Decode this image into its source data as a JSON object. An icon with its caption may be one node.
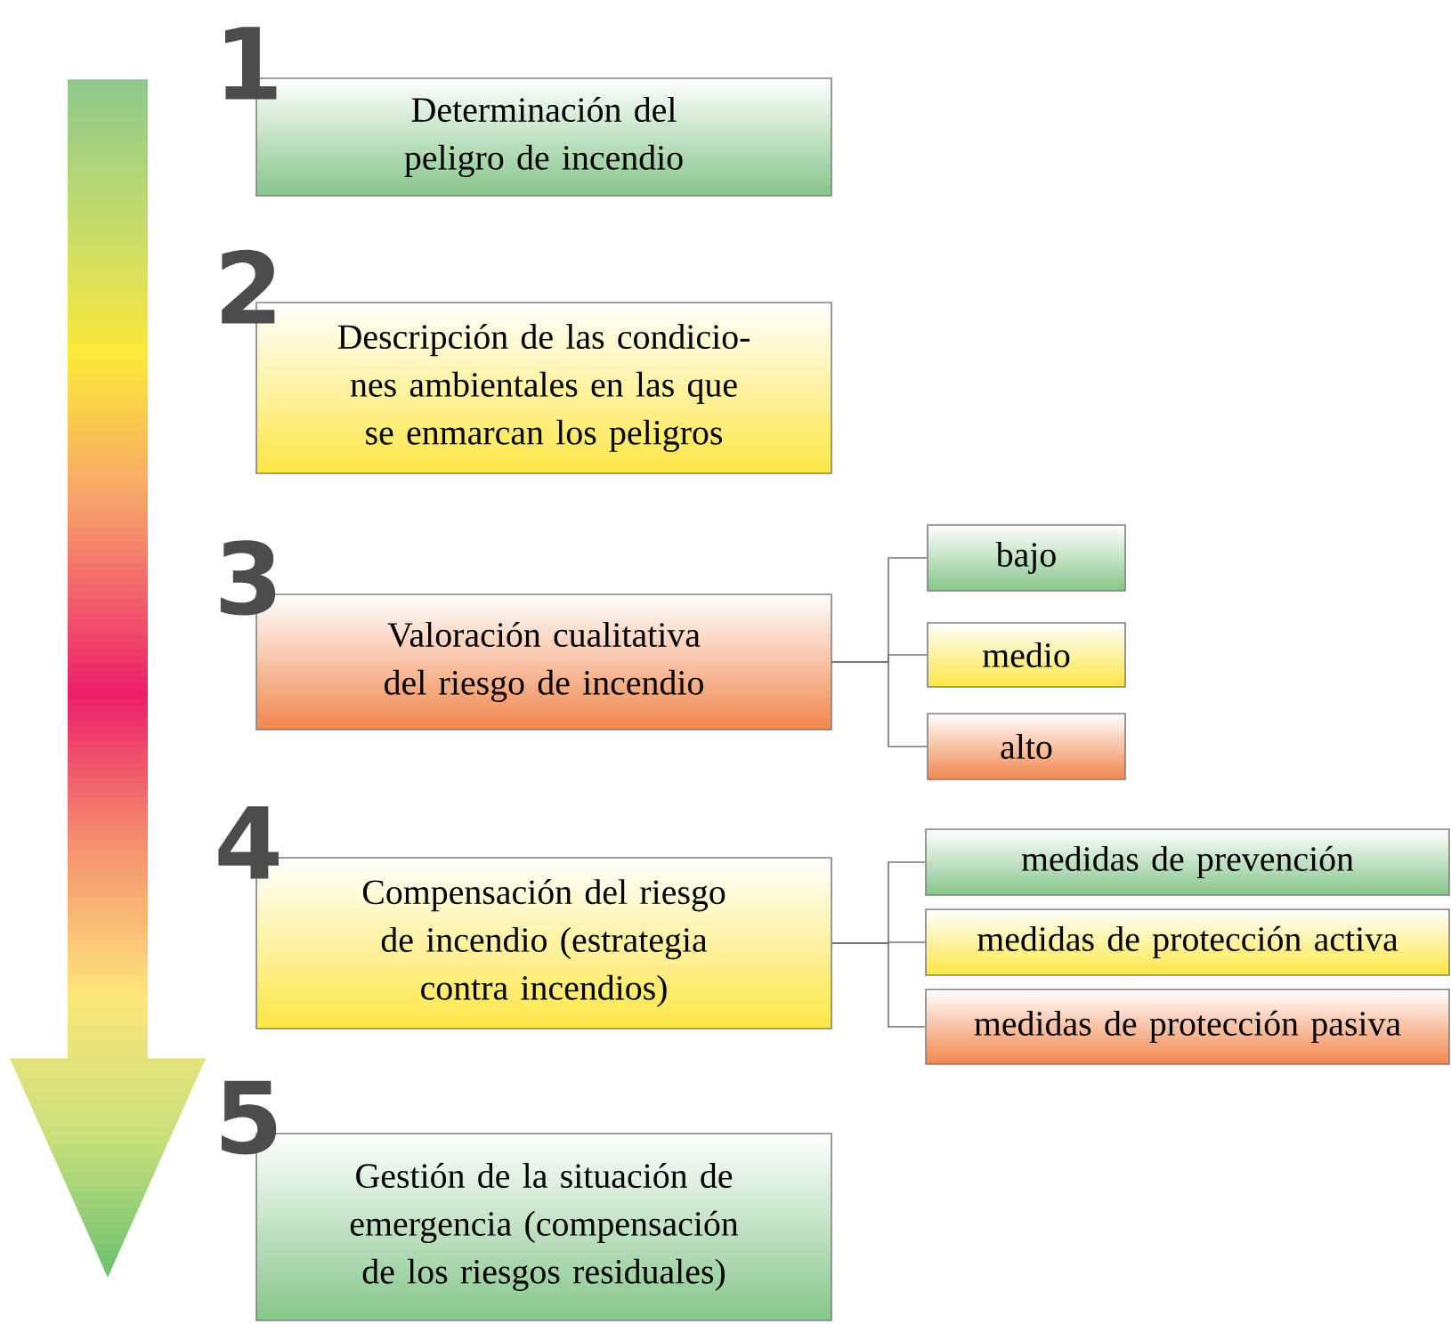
{
  "diagram": {
    "nodes": [
      {
        "text": [
          "Determinación del peligro de incendio"
        ],
        "beside": [
          "1"
        ]
      },
      {
        "text": [
          "Descripción de las condicio-nes ambientales en las que se enmarcan los peligros"
        ],
        "beside": [
          "2"
        ]
      },
      {
        "text": [
          "Valoración cualitativa del riesgo de incendio"
        ],
        "beside": [
          "3"
        ]
      },
      {
        "text": [
          "bajo"
        ]
      },
      {
        "text": [
          "medio"
        ]
      },
      {
        "text": [
          "alto"
        ]
      },
      {
        "text": [
          "Compensación del riesgo de incendio (estrategia contra incendios)"
        ],
        "beside": [
          "4"
        ]
      },
      {
        "text": [
          "medidas de prevención"
        ]
      },
      {
        "text": [
          "medidas de protección activa"
        ]
      },
      {
        "text": [
          "medidas de protección pasiva"
        ]
      },
      {
        "text": [
          "Gestión de la situación de emergencia (compensación de los riesgos residuales)"
        ],
        "beside": [
          "5"
        ]
      }
    ],
    "edges": [
      {
        "from": 2,
        "to": 3,
        "arrow": "none"
      },
      {
        "from": 2,
        "to": 4,
        "arrow": "none"
      },
      {
        "from": 2,
        "to": 5,
        "arrow": "none"
      },
      {
        "from": 6,
        "to": 7,
        "arrow": "none"
      },
      {
        "from": 6,
        "to": 8,
        "arrow": "none"
      },
      {
        "from": 6,
        "to": 9,
        "arrow": "none"
      }
    ]
  }
}
